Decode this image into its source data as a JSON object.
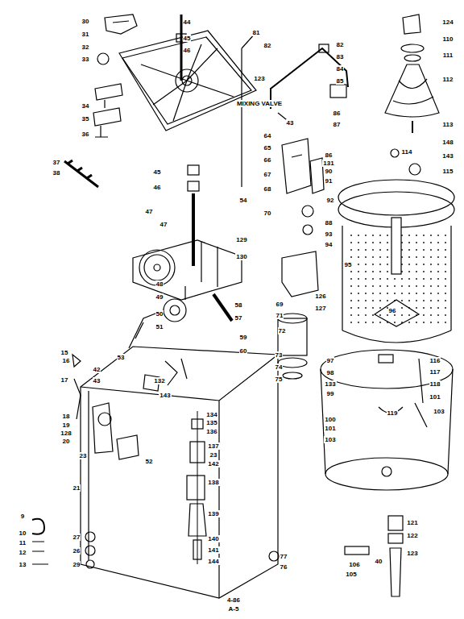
{
  "diagram": {
    "labels": [
      "30",
      "31",
      "32",
      "33",
      "34",
      "35",
      "36",
      "37",
      "38",
      "44",
      "45",
      "46",
      "81",
      "82",
      "45",
      "46",
      "47",
      "47",
      "54",
      "123",
      "MIXING VALVE",
      "43",
      "82",
      "83",
      "84",
      "85",
      "86",
      "87",
      "64",
      "65",
      "66",
      "67",
      "68",
      "70",
      "86",
      "131",
      "90",
      "91",
      "92",
      "88",
      "93",
      "94",
      "95",
      "129",
      "130",
      "124",
      "110",
      "111",
      "112",
      "113",
      "114",
      "148",
      "143",
      "115",
      "69",
      "71",
      "72",
      "73",
      "74",
      "75",
      "96",
      "126",
      "127",
      "48",
      "49",
      "50",
      "51",
      "53",
      "58",
      "57",
      "59",
      "60",
      "15",
      "16",
      "17",
      "42",
      "43",
      "18",
      "19",
      "128",
      "20",
      "52",
      "23",
      "21",
      "27",
      "26",
      "29",
      "9",
      "10",
      "11",
      "12",
      "13",
      "132",
      "143",
      "134",
      "135",
      "136",
      "137",
      "23",
      "142",
      "138",
      "139",
      "140",
      "141",
      "144",
      "97",
      "98",
      "133",
      "99",
      "100",
      "101",
      "103",
      "116",
      "117",
      "118",
      "101",
      "103",
      "119",
      "121",
      "122",
      "123",
      "40",
      "106",
      "105",
      "77",
      "76",
      "4-86",
      "A-5"
    ]
  }
}
